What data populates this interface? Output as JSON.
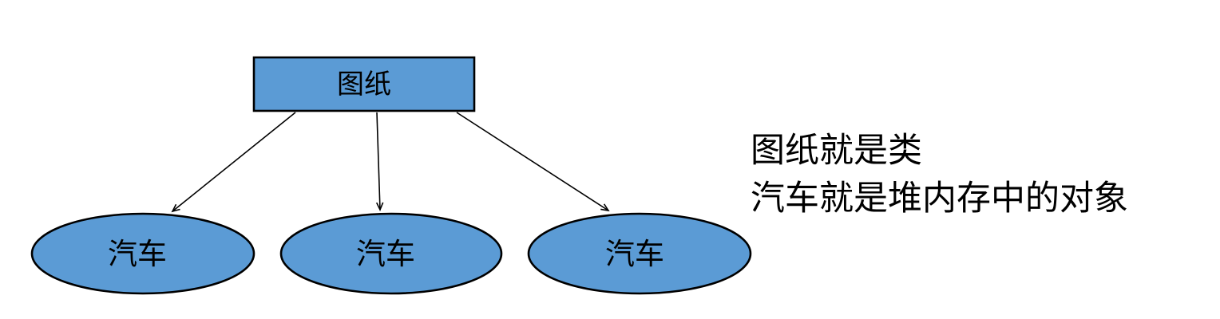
{
  "diagram": {
    "background": "#FFFFFF",
    "colors": {
      "node_fill": "#5B9BD5",
      "node_border": "#000000",
      "arrow": "#000000",
      "text": "#000000"
    },
    "class_node": {
      "label": "图纸"
    },
    "object_nodes": [
      {
        "label": "汽车"
      },
      {
        "label": "汽车"
      },
      {
        "label": "汽车"
      }
    ],
    "annotation": {
      "line1": "图纸就是类",
      "line2": "汽车就是堆内存中的对象"
    }
  }
}
